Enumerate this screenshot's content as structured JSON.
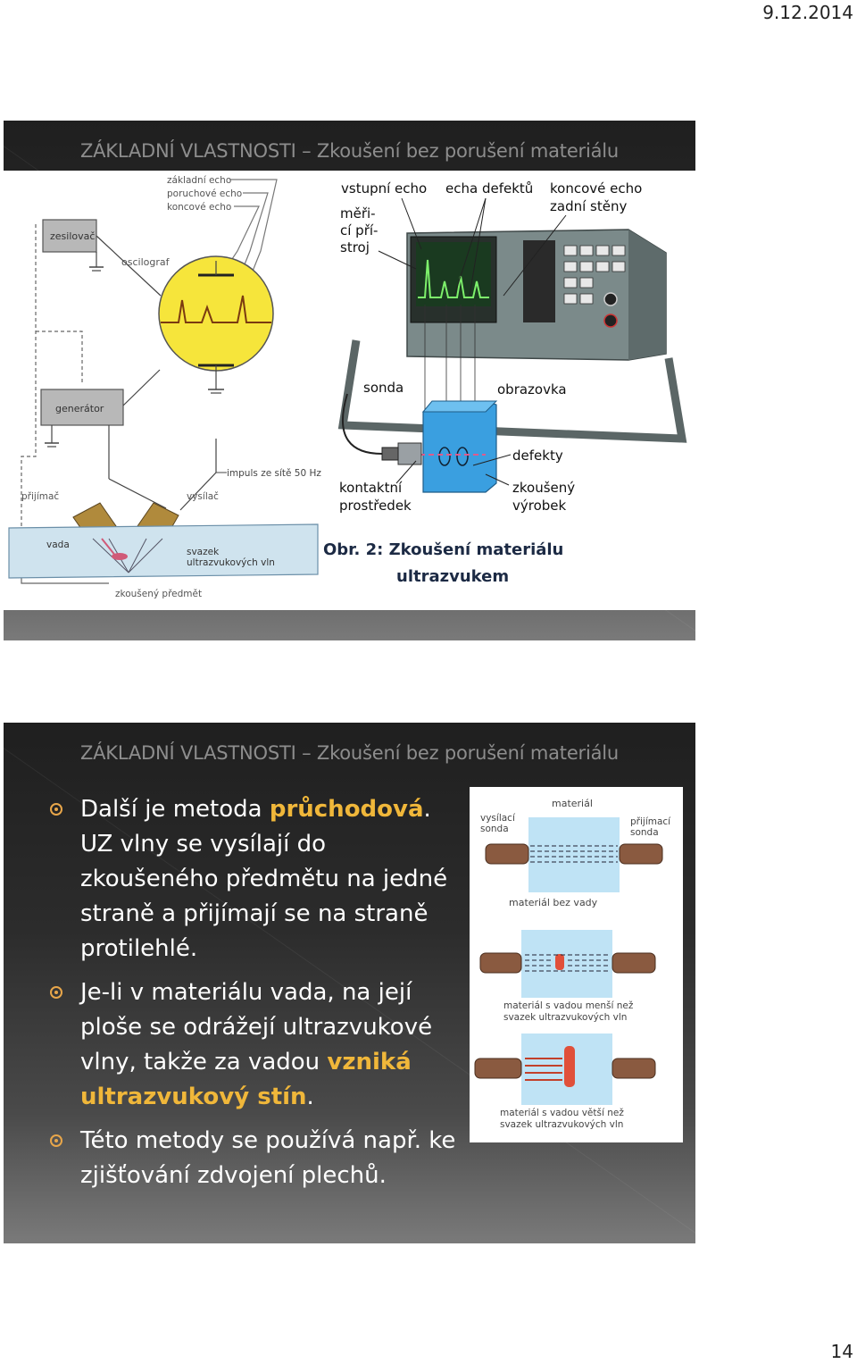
{
  "header": {
    "date": "9.12.2014"
  },
  "footer": {
    "page_number": "14"
  },
  "slide1": {
    "title": "ZÁKLADNÍ VLASTNOSTI – Zkoušení bez porušení materiálu",
    "left_diagram": {
      "echo_labels": [
        "základní echo",
        "poruchové echo",
        "koncové echo"
      ],
      "amplifier": "zesilovač",
      "oscillograph": "oscilograf",
      "generator": "generátor",
      "pulse": "impuls ze sítě 50 Hz",
      "receiver": "přijímač",
      "transmitter": "vysílač",
      "defect": "vada",
      "beam_line1": "svazek",
      "beam_line2": "ultrazvukových vln",
      "tested_object": "zkoušený předmět"
    },
    "right_diagram": {
      "input_echo": "vstupní echo",
      "defect_echoes": "echa defektů",
      "end_echo_line1": "koncové echo",
      "end_echo_line2": "zadní stěny",
      "meter_line1": "měři-",
      "meter_line2": "cí pří-",
      "meter_line3": "stroj",
      "probe": "sonda",
      "screen": "obrazovka",
      "defects": "defekty",
      "contact_line1": "kontaktní",
      "contact_line2": "prostředek",
      "product_line1": "zkoušený",
      "product_line2": "výrobek"
    },
    "caption_line1": "Obr. 2:  Zkoušení materiálu",
    "caption_line2": "ultrazvukem"
  },
  "slide2": {
    "title": "ZÁKLADNÍ VLASTNOSTI – Zkoušení bez porušení materiálu",
    "bullet1": {
      "pre": "Další je metoda ",
      "highlight": "průchodová",
      "post": ". UZ vlny se vysílají do zkoušeného předmětu na jedné straně a přijímají se na straně protilehlé."
    },
    "bullet2": {
      "pre": "Je-li v materiálu vada, na její ploše se odrážejí ultrazvukové vlny, takže za vadou ",
      "highlight": "vzniká ultrazvukový stín",
      "post": "."
    },
    "bullet3": {
      "text": "Této metody se používá např. ke zjišťování zdvojení plechů."
    },
    "figure": {
      "material": "materiál",
      "transmit_line1": "vysílací",
      "transmit_line2": "sonda",
      "receive_line1": "přijímací",
      "receive_line2": "sonda",
      "caption1": "materiál bez vady",
      "caption2_line1": "materiál s vadou menší než",
      "caption2_line2": "svazek ultrazvukových vln",
      "caption3_line1": "materiál s vadou větší než",
      "caption3_line2": "svazek ultrazvukových vln"
    }
  }
}
